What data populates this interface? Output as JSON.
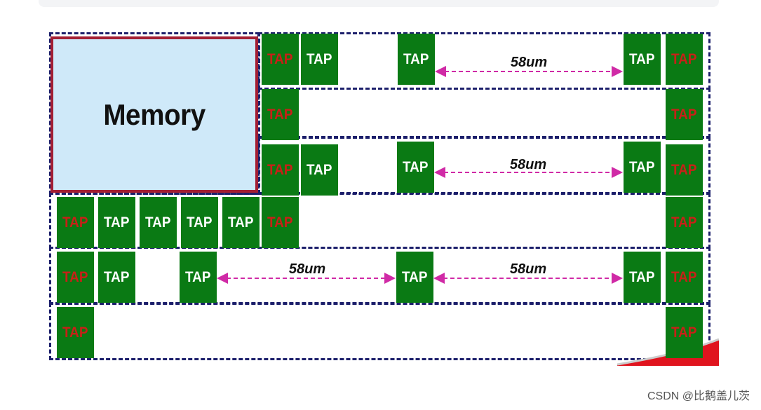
{
  "diagram": {
    "memory_label": "Memory",
    "tap_label": "TAP",
    "distance_label": "58um",
    "colors": {
      "tap_green": "#0a7a14",
      "tap_red_text": "#c82018",
      "memory_fill": "#cfe9f9",
      "memory_border": "#a31f34",
      "dash_border": "#1c1f6b",
      "arrow": "#d02aa6"
    }
  },
  "footer": {
    "credit": "CSDN @比鹅盖儿茨"
  }
}
